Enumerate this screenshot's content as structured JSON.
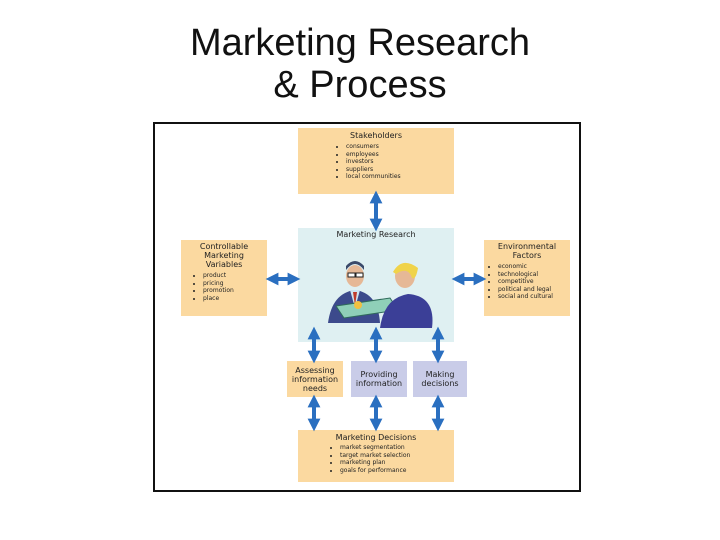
{
  "title_line1": "Marketing Research",
  "title_line2": "& Process",
  "stakeholders": {
    "heading": "Stakeholders",
    "items": [
      "consumers",
      "employees",
      "investors",
      "suppliers",
      "local communities"
    ]
  },
  "marketing_research": {
    "heading": "Marketing Research"
  },
  "controllable": {
    "heading": "Controllable Marketing Variables",
    "items": [
      "product",
      "pricing",
      "promotion",
      "place"
    ]
  },
  "environmental": {
    "heading": "Environmental Factors",
    "items": [
      "economic",
      "technological",
      "competitive",
      "political and legal",
      "social and cultural"
    ]
  },
  "steps": {
    "assessing": "Assessing information needs",
    "providing": "Providing information",
    "making": "Making decisions"
  },
  "decisions": {
    "heading": "Marketing Decisions",
    "items": [
      "market segmentation",
      "target market selection",
      "marketing plan",
      "goals for performance"
    ]
  },
  "colors": {
    "box": "#fbd9a0",
    "step": "#fbd9a0",
    "step_alt": "#c9cce8",
    "research_bg": "#dff0f2",
    "arrow": "#2a6fc0"
  }
}
